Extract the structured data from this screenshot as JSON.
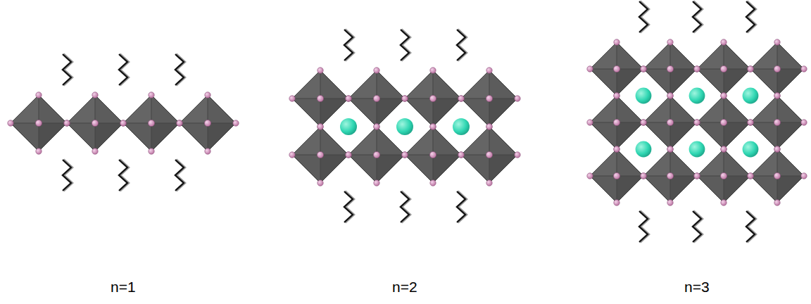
{
  "diagram": {
    "labels": [
      "n=1",
      "n=2",
      "n=3"
    ]
  }
}
